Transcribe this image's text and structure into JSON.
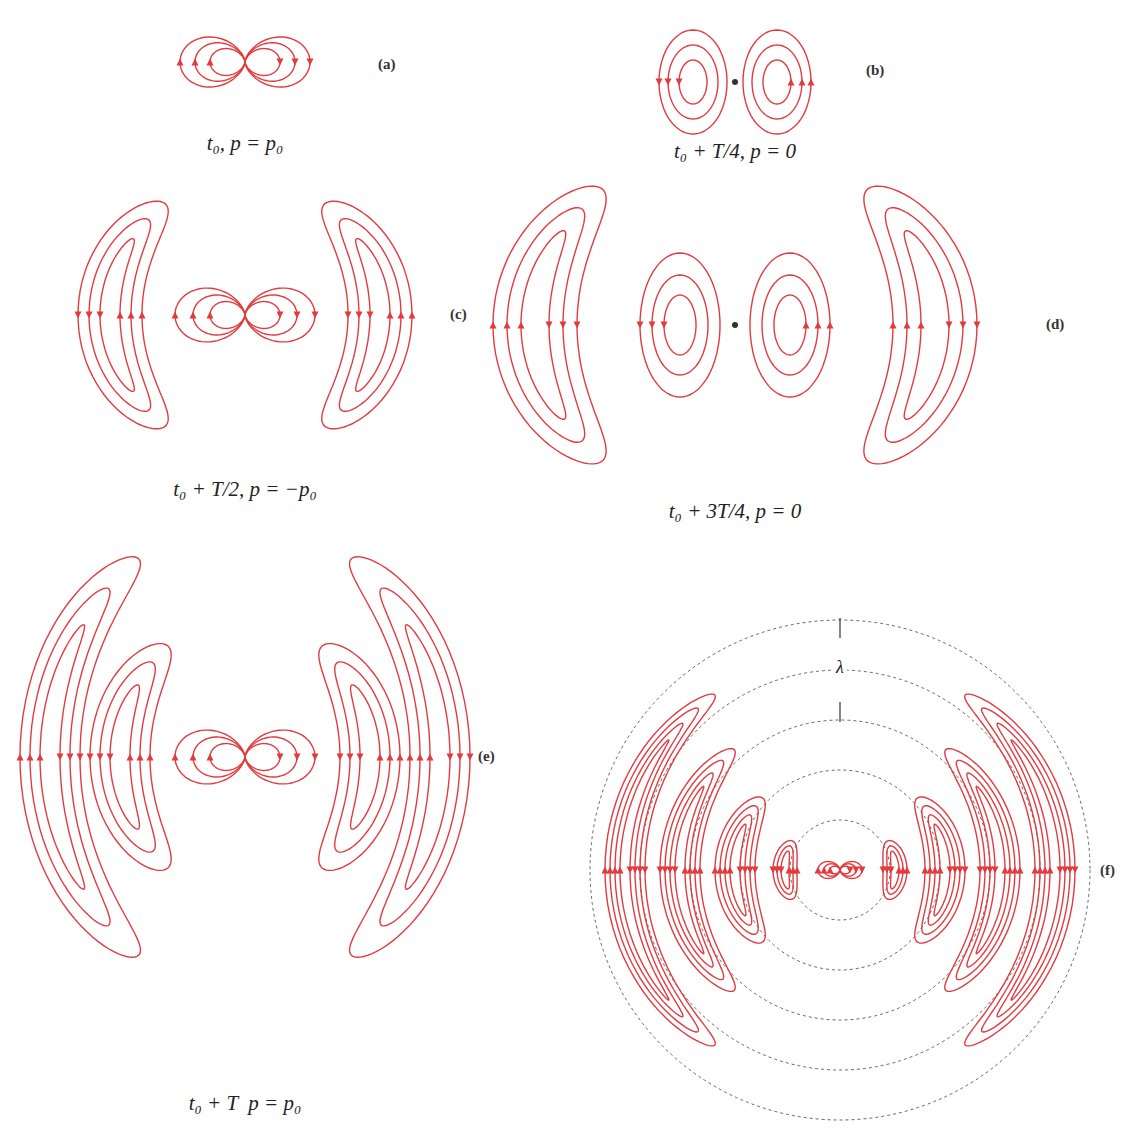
{
  "diagram": {
    "labels": [
      "(a)",
      "t₀, p = p₀",
      "(b)",
      "t₀ + T/4, p = 0",
      "(c)",
      "t₀ + T/2, p = −p₀",
      "(d)",
      "t₀ + 3T/4, p = 0",
      "(e)",
      "t₀ + T  p = p₀",
      "(f)",
      "λ"
    ]
  }
}
